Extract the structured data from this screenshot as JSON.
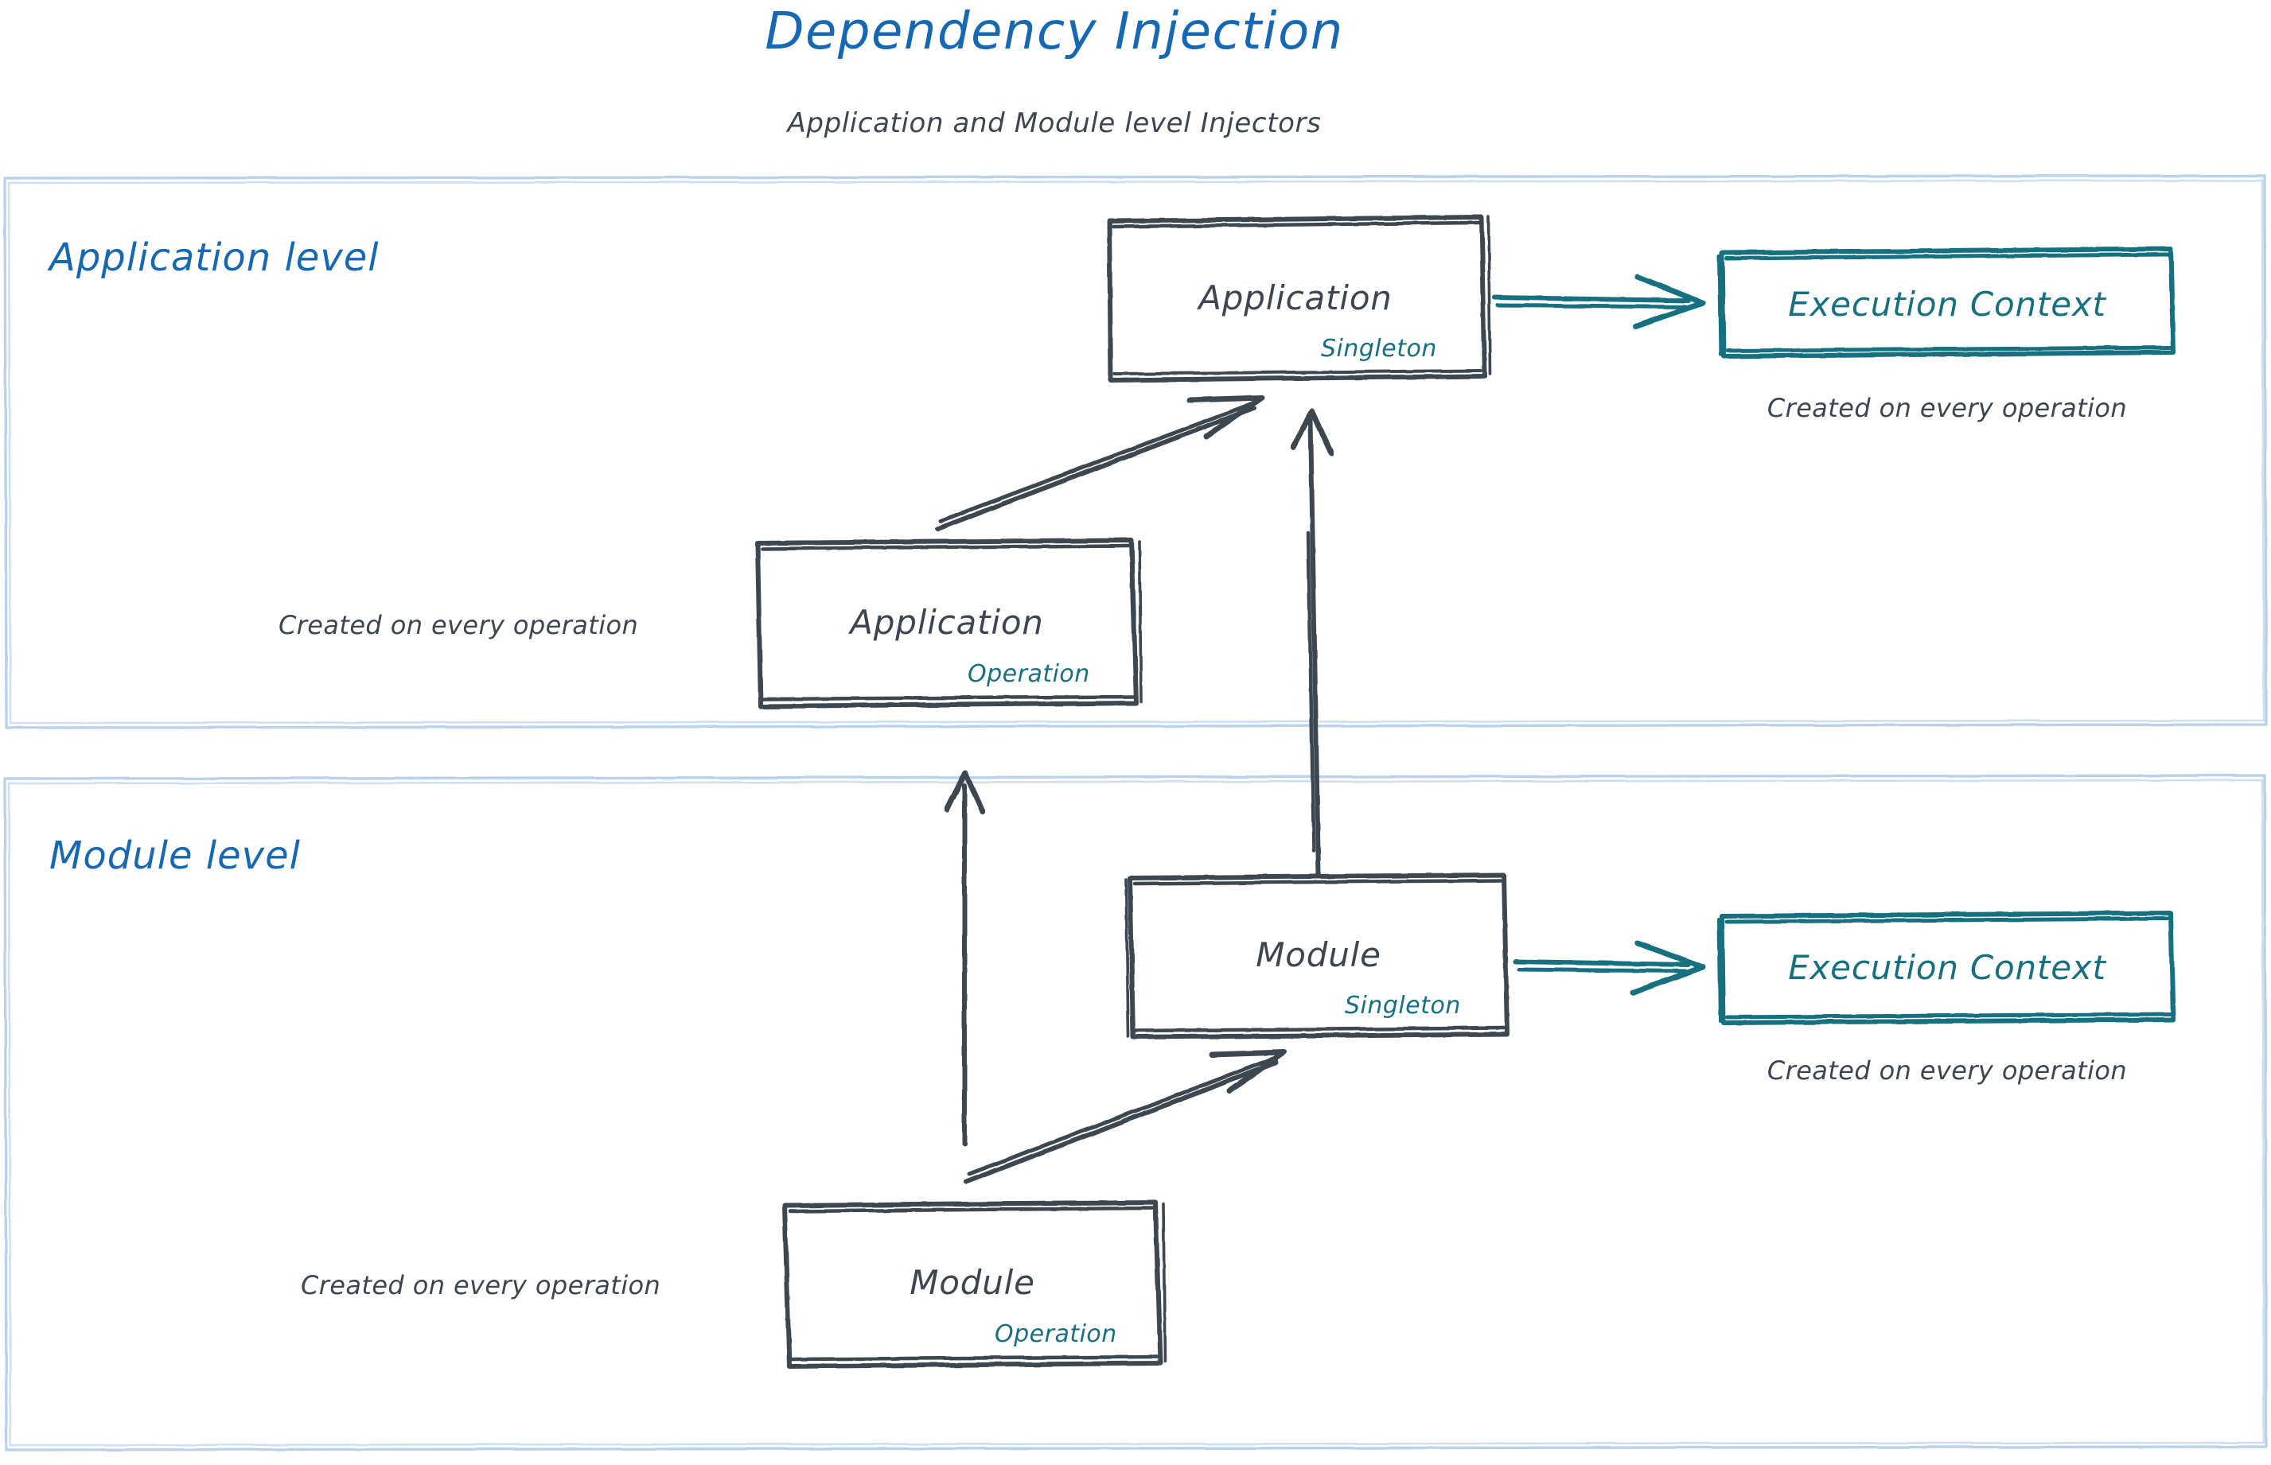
{
  "header": {
    "title": "Dependency Injection",
    "subtitle": "Application and Module level Injectors",
    "title_color": "#1668b3",
    "subtitle_color": "#3d4650"
  },
  "palette": {
    "blue": "#1668b3",
    "light_blue_border": "#b9d2ea",
    "slate": "#3d4650",
    "teal": "#17707f",
    "background": "#ffffff"
  },
  "sections": [
    {
      "id": "application-level",
      "label": "Application level",
      "nodes": [
        {
          "id": "application-singleton",
          "title": "Application",
          "scope": "Singleton",
          "scope_color": "#17707f",
          "border_color": "#3d4650"
        },
        {
          "id": "application-execution-context",
          "title": "Execution Context",
          "border_color": "#17707f",
          "note": "Created on every operation"
        },
        {
          "id": "application-operation",
          "title": "Application",
          "scope": "Operation",
          "scope_color": "#17707f",
          "border_color": "#3d4650",
          "note": "Created on every operation"
        }
      ]
    },
    {
      "id": "module-level",
      "label": "Module level",
      "nodes": [
        {
          "id": "module-singleton",
          "title": "Module",
          "scope": "Singleton",
          "scope_color": "#17707f",
          "border_color": "#3d4650"
        },
        {
          "id": "module-execution-context",
          "title": "Execution Context",
          "border_color": "#17707f",
          "note": "Created on every operation"
        },
        {
          "id": "module-operation",
          "title": "Module",
          "scope": "Operation",
          "scope_color": "#17707f",
          "border_color": "#3d4650",
          "note": "Created on every operation"
        }
      ]
    }
  ],
  "edges": [
    {
      "id": "app-singleton-to-app-context",
      "from": "application-singleton",
      "to": "application-execution-context",
      "color": "#17707f",
      "style": "double-line-arrow"
    },
    {
      "id": "app-operation-to-app-singleton",
      "from": "application-operation",
      "to": "application-singleton",
      "color": "#3d4650",
      "style": "double-line-arrow"
    },
    {
      "id": "module-singleton-to-app-singleton",
      "from": "module-singleton",
      "to": "application-singleton",
      "color": "#3d4650",
      "style": "double-line-arrow"
    },
    {
      "id": "module-operation-to-app-operation",
      "from": "module-operation",
      "to": "application-operation",
      "color": "#3d4650",
      "style": "single-line-arrow"
    },
    {
      "id": "module-singleton-to-module-context",
      "from": "module-singleton",
      "to": "module-execution-context",
      "color": "#17707f",
      "style": "double-line-arrow"
    },
    {
      "id": "module-operation-to-module-singleton",
      "from": "module-operation",
      "to": "module-singleton",
      "color": "#3d4650",
      "style": "double-line-arrow"
    }
  ]
}
